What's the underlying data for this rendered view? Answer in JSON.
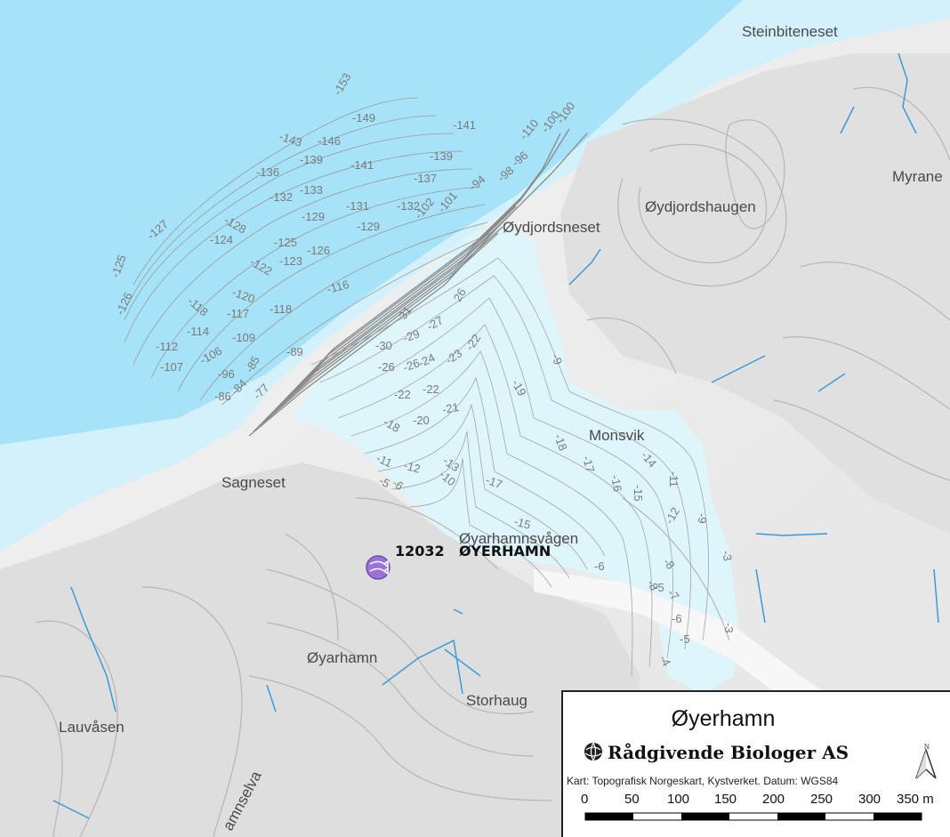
{
  "map": {
    "place_names": {
      "steinbiteneset": "Steinbiteneset",
      "myrane": "Myrane",
      "oydjordshaugen": "Øydjordshaugen",
      "oydjordsneset": "Øydjordsneset",
      "monsvik": "Monsvik",
      "sagneset": "Sagneset",
      "oyarhamnsvagen": "Øyarhamnsvågen",
      "oyarhamn": "Øyarhamn",
      "storhaug": "Storhaug",
      "lauvasen": "Lauvåsen",
      "elva": "amnselva"
    },
    "site": {
      "number": "12032",
      "name": "ØYERHAMN"
    },
    "depth_labels": [
      "-153",
      "-149",
      "-146",
      "-143",
      "-141",
      "-141",
      "-139",
      "-139",
      "-137",
      "-136",
      "-133",
      "-132",
      "-132",
      "-131",
      "-129",
      "-129",
      "-128",
      "-127",
      "-126",
      "-126",
      "-125",
      "-125",
      "-124",
      "-123",
      "-122",
      "-120",
      "-118",
      "-118",
      "-117",
      "-116",
      "-114",
      "-112",
      "-109",
      "-107",
      "-106",
      "-102",
      "-101",
      "-96",
      "-94",
      "-89",
      "-86",
      "-85",
      "-84",
      "-77",
      "-98",
      "-96",
      "-100",
      "-100",
      "-110",
      "-30",
      "-29",
      "-27",
      "-26",
      "-26",
      "-24",
      "-23",
      "-22",
      "-22",
      "-22",
      "-21",
      "-20",
      "-19",
      "-18",
      "-18",
      "-17",
      "-17",
      "-16",
      "-15",
      "-15",
      "-14",
      "-13",
      "-12",
      "-12",
      "-11",
      "-11",
      "-10",
      "-9",
      "-9",
      "-8",
      "-8",
      "-7",
      "-6",
      "-6",
      "-6",
      "-5",
      "-5",
      "-5",
      "-4",
      "-3",
      "-3",
      "31",
      "26"
    ],
    "colors": {
      "deep_sea": "#a6e2f8",
      "shallow_sea": "#dff6fc",
      "land": "#efefef",
      "contour": "#8c8c8c",
      "stream": "#3a9ad9",
      "site_marker": "#9b72d6"
    }
  },
  "legend": {
    "title": "Øyerhamn",
    "company": "Rådgivende Biologer AS",
    "credits": "Kart: Topografisk Norgeskart, Kystverket. Datum: WGS84",
    "north_label": "N",
    "scale_ticks": [
      "0",
      "50",
      "100",
      "150",
      "200",
      "250",
      "300",
      "350 m"
    ]
  }
}
